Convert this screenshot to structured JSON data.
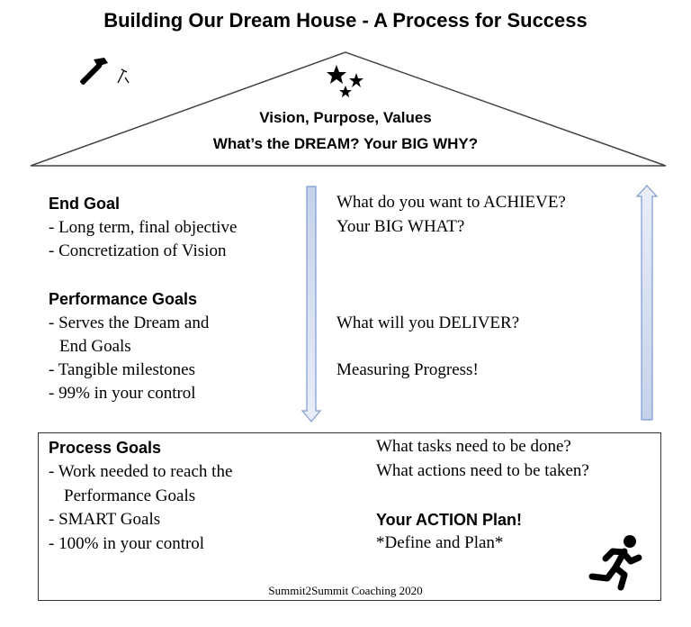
{
  "title": "Building Our Dream House - A Process for Success",
  "roof": {
    "line1": "Vision, Purpose, Values",
    "line2": "What’s the DREAM?  Your BIG WHY?"
  },
  "end_goal": {
    "heading": "End Goal",
    "items": [
      "- Long term, final objective",
      "- Concretization of Vision"
    ]
  },
  "performance_goals": {
    "heading": "Performance Goals",
    "items": [
      "- Serves the Dream and",
      "End Goals",
      "- Tangible milestones",
      "- 99% in your control"
    ]
  },
  "right_questions": {
    "achieve": "What do you want to ACHIEVE?",
    "big_what": "Your BIG WHAT?",
    "deliver": "What will you DELIVER?",
    "progress": "Measuring Progress!"
  },
  "process_goals": {
    "heading": "Process Goals",
    "items": [
      "- Work needed to reach the",
      "Performance Goals",
      "- SMART Goals",
      "- 100% in your control"
    ],
    "questions": [
      "What tasks need to be done?",
      "What actions need to be taken?"
    ],
    "action_heading": "Your ACTION Plan!",
    "action_sub": "*Define and Plan*"
  },
  "footer": "Summit2Summit Coaching 2020",
  "icons": [
    "hammer-icon",
    "nail-icon",
    "stars-icon",
    "runner-icon"
  ],
  "colors": {
    "arrow_fill_top": "#c5d2ea",
    "arrow_fill_bottom": "#e9eef8",
    "arrow_stroke": "#7f9acf"
  }
}
